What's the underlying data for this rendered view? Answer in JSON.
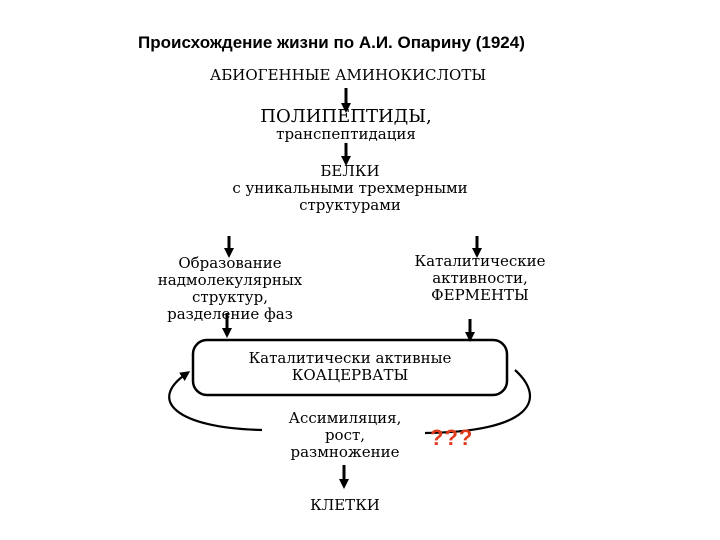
{
  "title": "Происхождение жизни по А.И. Опарину (1924)",
  "nodes": {
    "amino": "АБИОГЕННЫЕ АМИНОКИСЛОТЫ",
    "poly1": "ПОЛИПЕПТИДЫ,",
    "poly2": "транспептидация",
    "belki1": "БЕЛКИ",
    "belki2": "с уникальными трехмерными",
    "belki3": "структурами",
    "obr1": "Образование",
    "obr2": "надмолекулярных",
    "obr3": "структур,",
    "obr4": "разделение фаз",
    "kat1": "Каталитические",
    "kat2": "активности,",
    "kat3": "ФЕРМЕНТЫ",
    "koac1": "Каталитически активные",
    "koac2": "КОАЦЕРВАТЫ",
    "assim1": "Ассимиляция,",
    "assim2": "рост,",
    "assim3": "размножение",
    "kletki": "КЛЕТКИ"
  },
  "unknown_mark": "???",
  "colors": {
    "unknown_mark": "#e03b1c"
  }
}
